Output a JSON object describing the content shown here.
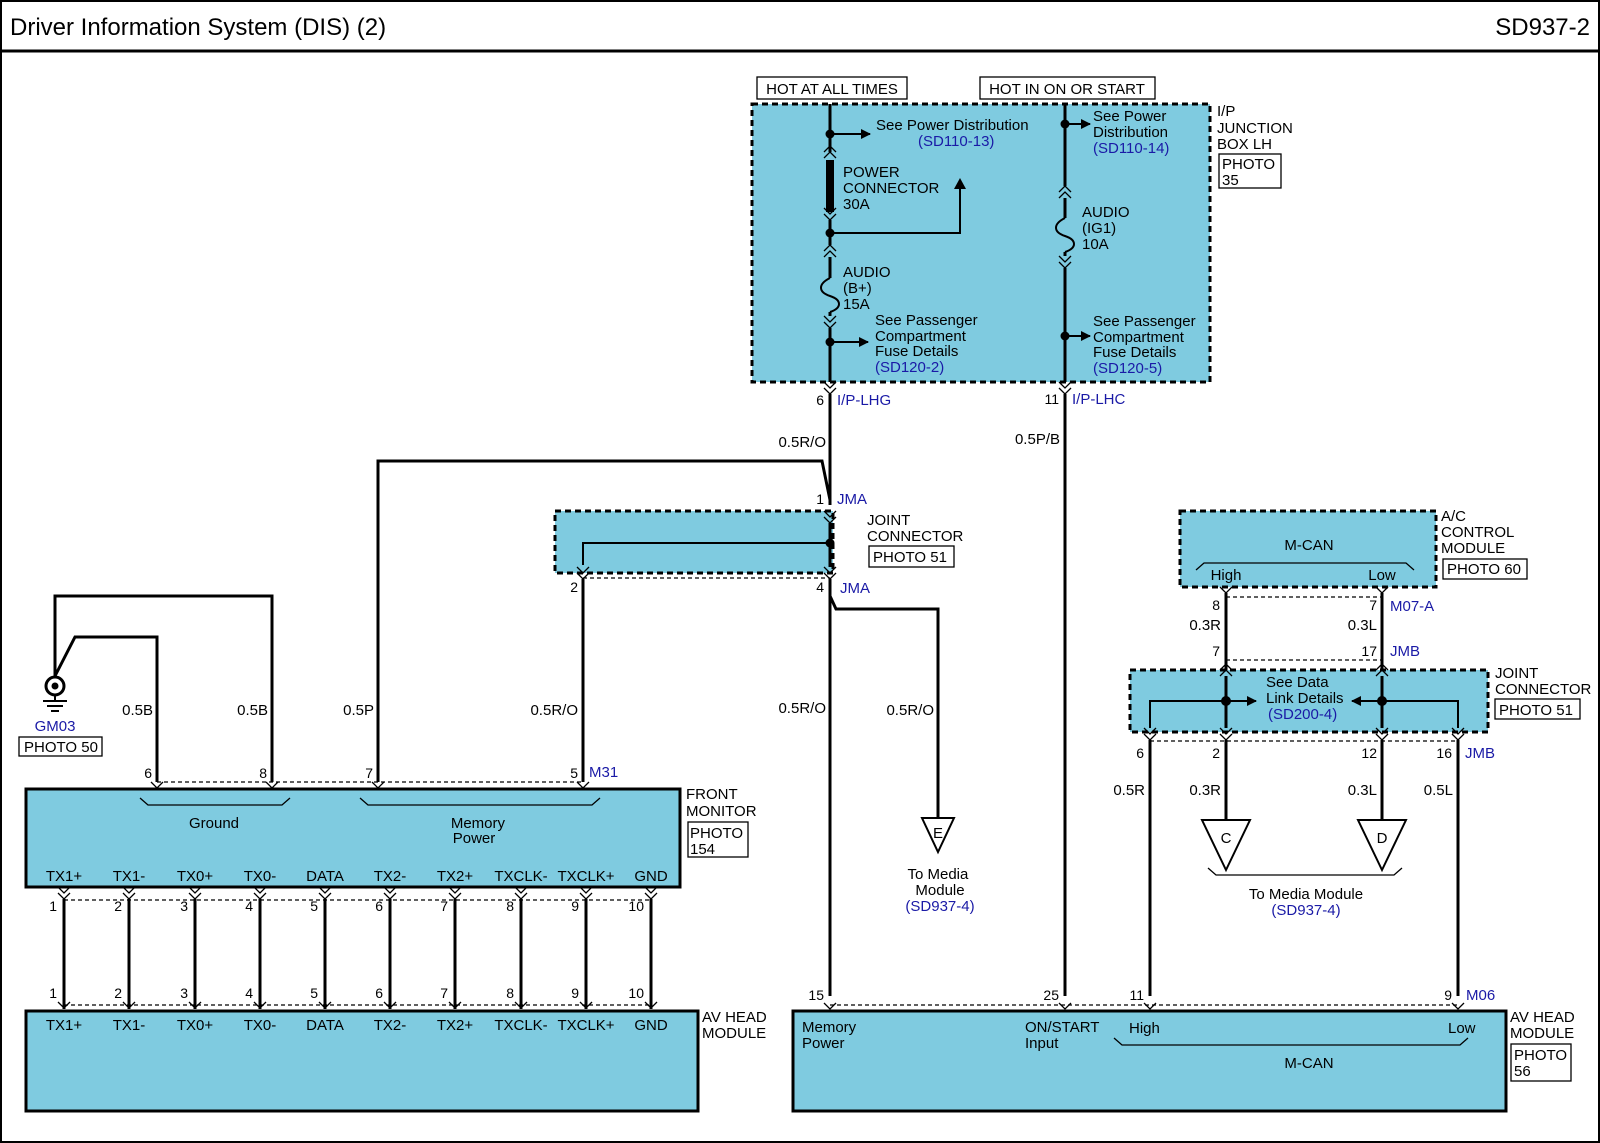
{
  "header": {
    "title": "Driver Information System (DIS) (2)",
    "page_code": "SD937-2"
  },
  "power": {
    "hot_all_times": "HOT AT ALL TIMES",
    "hot_on_start": "HOT IN ON OR START",
    "junction_box_lines": [
      "I/P",
      "JUNCTION",
      "BOX LH"
    ],
    "junction_photo": [
      "PHOTO",
      "35"
    ],
    "see_power_dist_1": "See Power Distribution",
    "see_power_dist_1_ref": "(SD110-13)",
    "power_connector": [
      "POWER",
      "CONNECTOR",
      "30A"
    ],
    "audio_b": [
      "AUDIO",
      "(B+)",
      "15A"
    ],
    "see_pass_1": [
      "See Passenger",
      "Compartment",
      "Fuse Details"
    ],
    "see_pass_1_ref": "(SD120-2)",
    "see_power_dist_2": [
      "See Power",
      "Distribution"
    ],
    "see_power_dist_2_ref": "(SD110-14)",
    "audio_ig1": [
      "AUDIO",
      "(IG1)",
      "10A"
    ],
    "see_pass_2": [
      "See Passenger",
      "Compartment",
      "Fuse Details"
    ],
    "see_pass_2_ref": "(SD120-5)",
    "pin_lhg": "6",
    "conn_lhg": "I/P-LHG",
    "pin_lhc": "11",
    "conn_lhc": "I/P-LHC"
  },
  "wires": {
    "w_05ro_top": "0.5R/O",
    "w_05pb": "0.5P/B",
    "w_05b_1": "0.5B",
    "w_05b_2": "0.5B",
    "w_05p": "0.5P",
    "w_05ro_m31": "0.5R/O",
    "w_05ro_mid": "0.5R/O",
    "w_05ro_e": "0.5R/O",
    "w_03r_top": "0.3R",
    "w_03l_top": "0.3L",
    "w_05r": "0.5R",
    "w_03r": "0.3R",
    "w_03l": "0.3L",
    "w_05l": "0.5L"
  },
  "joint_connector_1": {
    "label": [
      "JOINT",
      "CONNECTOR"
    ],
    "photo": "PHOTO 51",
    "pin_top": "1",
    "conn_top": "JMA",
    "pin_left": "2",
    "pin_right": "4",
    "conn_bottom": "JMA"
  },
  "ground": {
    "name": "GM03",
    "photo": "PHOTO 50"
  },
  "front_monitor": {
    "label": [
      "FRONT",
      "MONITOR"
    ],
    "photo": [
      "PHOTO",
      "154"
    ],
    "ground_label": "Ground",
    "memory_power_label": [
      "Memory",
      "Power"
    ],
    "top_pins": [
      "6",
      "8",
      "7",
      "5"
    ],
    "conn": "M31",
    "terminals": [
      "TX1+",
      "TX1-",
      "TX0+",
      "TX0-",
      "DATA",
      "TX2-",
      "TX2+",
      "TXCLK-",
      "TXCLK+",
      "GND"
    ],
    "pins": [
      "1",
      "2",
      "3",
      "4",
      "5",
      "6",
      "7",
      "8",
      "9",
      "10"
    ]
  },
  "av_head_left": {
    "label": [
      "AV HEAD",
      "MODULE"
    ],
    "terminals": [
      "TX1+",
      "TX1-",
      "TX0+",
      "TX0-",
      "DATA",
      "TX2-",
      "TX2+",
      "TXCLK-",
      "TXCLK+",
      "GND"
    ],
    "pins": [
      "1",
      "2",
      "3",
      "4",
      "5",
      "6",
      "7",
      "8",
      "9",
      "10"
    ]
  },
  "media_e": {
    "letter": "E",
    "text": [
      "To Media",
      "Module"
    ],
    "ref": "(SD937-4)"
  },
  "ac_module": {
    "bus": "M-CAN",
    "high": "High",
    "low": "Low",
    "label": [
      "A/C",
      "CONTROL",
      "MODULE"
    ],
    "photo": "PHOTO 60",
    "pin_high": "8",
    "pin_low": "7",
    "conn": "M07-A"
  },
  "joint_connector_2": {
    "label": [
      "JOINT",
      "CONNECTOR"
    ],
    "photo": "PHOTO 51",
    "see_data": [
      "See Data",
      "Link Details"
    ],
    "see_data_ref": "(SD200-4)",
    "pin_top_left": "7",
    "pin_top_right": "17",
    "conn_top": "JMB",
    "bottom_pins": [
      "6",
      "2",
      "12",
      "16"
    ],
    "conn_bottom": "JMB"
  },
  "media_cd": {
    "c": "C",
    "d": "D",
    "text": "To Media Module",
    "ref": "(SD937-4)"
  },
  "av_head_right": {
    "label": [
      "AV HEAD",
      "MODULE"
    ],
    "photo": [
      "PHOTO",
      "56"
    ],
    "pins": [
      "15",
      "25",
      "11",
      "9"
    ],
    "conn": "M06",
    "memory_power": [
      "Memory",
      "Power"
    ],
    "on_start": [
      "ON/START",
      "Input"
    ],
    "high": "High",
    "low": "Low",
    "bus": "M-CAN"
  }
}
